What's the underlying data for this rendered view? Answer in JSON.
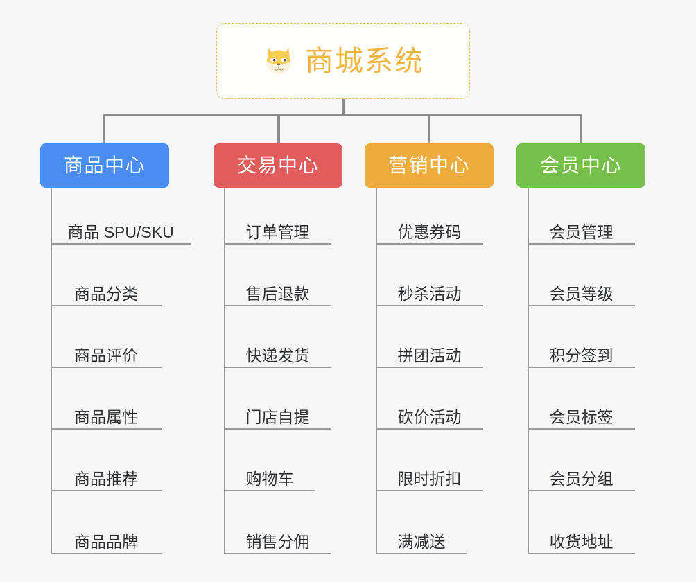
{
  "diagram": {
    "title": "商城系统",
    "root": {
      "label": "商城系统",
      "icon": "shiba-dog-face-icon",
      "text_color": "#f0b440",
      "border_color": "#e8b969",
      "background": "#ffffff"
    },
    "background_color": "#f7f7f7",
    "connector_color": "#8c8c8c",
    "item_line_color": "#9a9a9a",
    "item_text_color": "#303133",
    "columns": [
      {
        "label": "商品中心",
        "color": "#4a8cf0",
        "items": [
          "商品 SPU/SKU",
          "商品分类",
          "商品评价",
          "商品属性",
          "商品推荐",
          "商品品牌"
        ]
      },
      {
        "label": "交易中心",
        "color": "#e15c5c",
        "items": [
          "订单管理",
          "售后退款",
          "快递发货",
          "门店自提",
          "购物车",
          "销售分佣"
        ]
      },
      {
        "label": "营销中心",
        "color": "#eeab3e",
        "items": [
          "优惠券码",
          "秒杀活动",
          "拼团活动",
          "砍价活动",
          "限时折扣",
          "满减送"
        ]
      },
      {
        "label": "会员中心",
        "color": "#76bf4b",
        "items": [
          "会员管理",
          "会员等级",
          "积分签到",
          "会员标签",
          "会员分组",
          "收货地址"
        ]
      }
    ]
  }
}
